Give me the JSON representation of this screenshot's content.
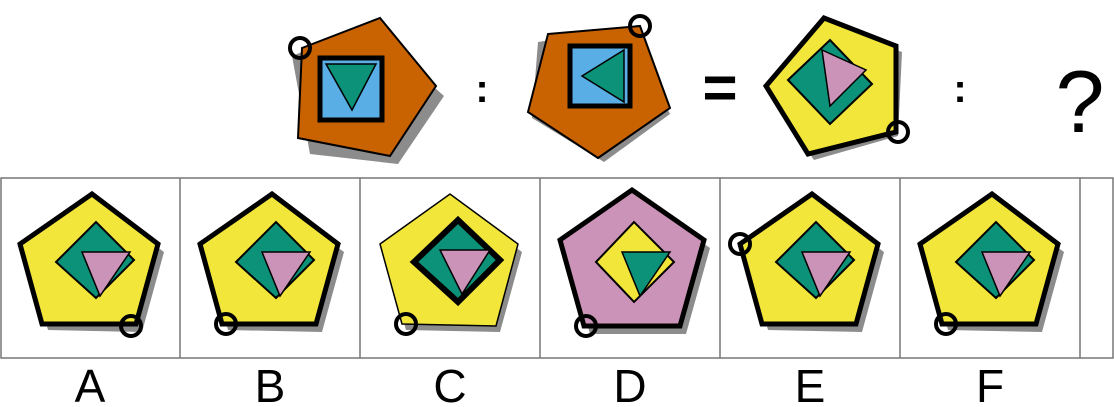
{
  "colors": {
    "orange": "#c96200",
    "blue": "#5aaee6",
    "green": "#0b9278",
    "yellow": "#f2e63a",
    "pink": "#cc93b8",
    "shadow": "#8c8c8c"
  },
  "question": {
    "colon_1": ":",
    "equals": "=",
    "colon_2": ":",
    "unknown": "?"
  },
  "options": [
    {
      "label": "A"
    },
    {
      "label": "B"
    },
    {
      "label": "C"
    },
    {
      "label": "D"
    },
    {
      "label": "E"
    },
    {
      "label": "F"
    }
  ]
}
